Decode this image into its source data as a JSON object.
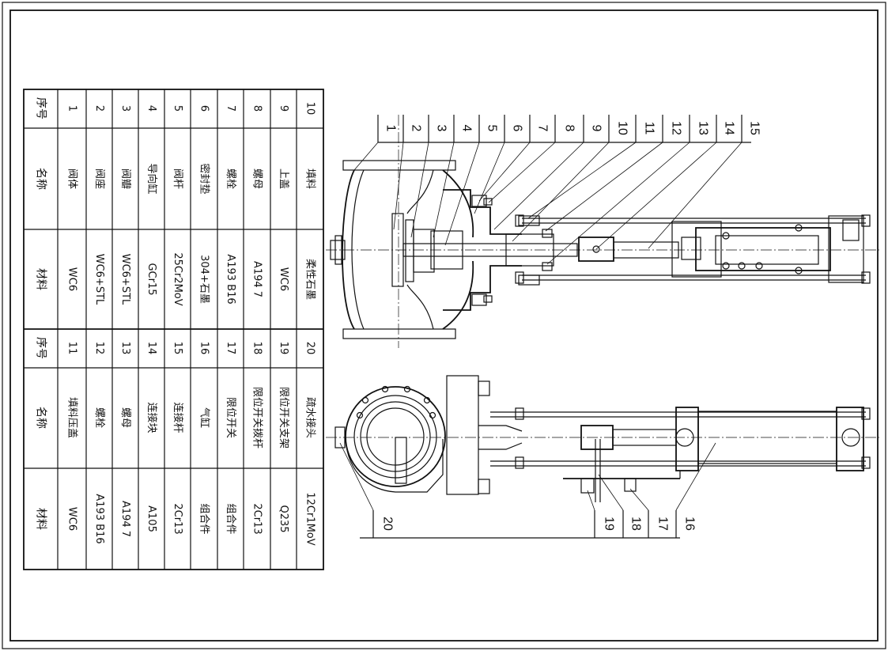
{
  "bom": {
    "header": {
      "no": "序号",
      "name": "名称",
      "material": "材料"
    },
    "rows_left": [
      {
        "no": "1",
        "name": "阀体",
        "material": "WC6"
      },
      {
        "no": "2",
        "name": "阀座",
        "material": "WC6+STL"
      },
      {
        "no": "3",
        "name": "阀瓣",
        "material": "WC6+STL"
      },
      {
        "no": "4",
        "name": "导向缸",
        "material": "GCr15"
      },
      {
        "no": "5",
        "name": "阀杆",
        "material": "25Cr2MoV"
      },
      {
        "no": "6",
        "name": "密封垫",
        "material": "304+石墨"
      },
      {
        "no": "7",
        "name": "螺栓",
        "material": "A193 B16"
      },
      {
        "no": "8",
        "name": "螺母",
        "material": "A194 7"
      },
      {
        "no": "9",
        "name": "上盖",
        "material": "WC6"
      },
      {
        "no": "10",
        "name": "填料",
        "material": "柔性石墨"
      }
    ],
    "rows_right": [
      {
        "no": "11",
        "name": "填料压盖",
        "material": "WC6"
      },
      {
        "no": "12",
        "name": "螺栓",
        "material": "A193 B16"
      },
      {
        "no": "13",
        "name": "螺母",
        "material": "A194 7"
      },
      {
        "no": "14",
        "name": "连接块",
        "material": "A105"
      },
      {
        "no": "15",
        "name": "连接杆",
        "material": "2Cr13"
      },
      {
        "no": "16",
        "name": "气缸",
        "material": "组合件"
      },
      {
        "no": "17",
        "name": "限位开关",
        "material": "组合件"
      },
      {
        "no": "18",
        "name": "限位开关拨杆",
        "material": "2Cr13"
      },
      {
        "no": "19",
        "name": "限位开关支架",
        "material": "Q235"
      },
      {
        "no": "20",
        "name": "疏水接头",
        "material": "12Cr1MoV"
      }
    ]
  },
  "callouts_top": [
    "1",
    "2",
    "3",
    "4",
    "5",
    "6",
    "7",
    "8",
    "9",
    "10",
    "11",
    "12",
    "13",
    "14",
    "15"
  ],
  "callouts_bottom": [
    "20",
    "19",
    "18",
    "17",
    "16"
  ]
}
